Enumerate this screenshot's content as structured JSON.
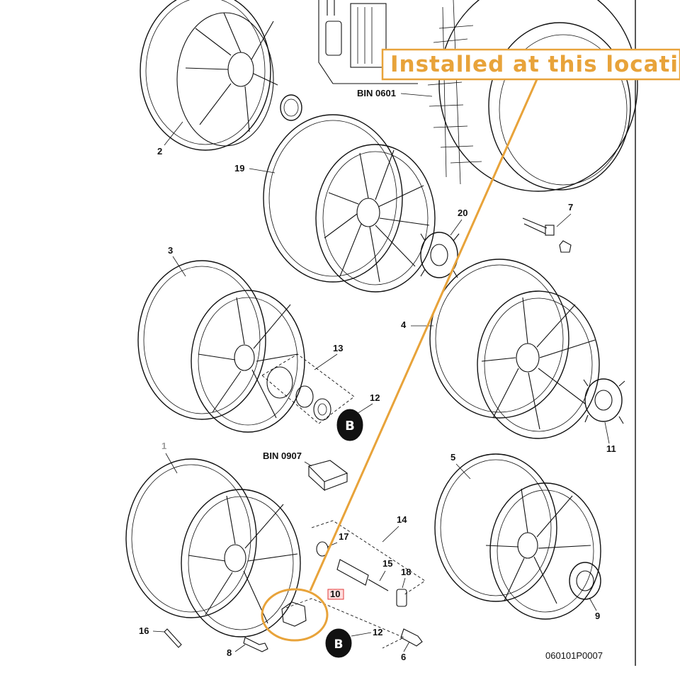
{
  "callout": {
    "text": "Installed at this location",
    "color": "#e8a33a",
    "highlight_label": "10"
  },
  "diagram_code": "060101P0007",
  "bins": {
    "tire": "BIN 0601",
    "sensor": "BIN 0907"
  },
  "part_labels": {
    "p1": "1",
    "p2": "2",
    "p3": "3",
    "p4": "4",
    "p5": "5",
    "p6": "6",
    "p7": "7",
    "p8": "8",
    "p9": "9",
    "p11": "11",
    "p12a": "12",
    "p12b": "12",
    "p13": "13",
    "p14": "14",
    "p15": "15",
    "p16": "16",
    "p17": "17",
    "p18": "18",
    "p19": "19",
    "p20": "20"
  },
  "colors": {
    "line": "#111111",
    "highlight_box": "#e23a3a",
    "grey_label": "#9a9a9a"
  }
}
